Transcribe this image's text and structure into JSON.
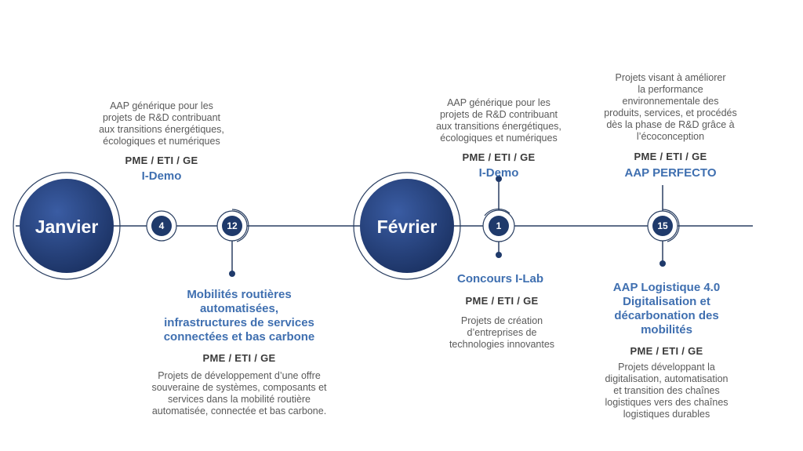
{
  "colors": {
    "navy": "#1f3a6b",
    "navy_light": "#3558a0",
    "line": "#2a3f62",
    "title_blue": "#3f6fb0",
    "text_gray": "#5a5a5a"
  },
  "months": {
    "january": "Janvier",
    "february": "Février"
  },
  "markers": {
    "m1": "4",
    "m2": "12",
    "m3": "1",
    "m4": "15"
  },
  "events": {
    "idemo_jan": {
      "description": [
        "AAP générique pour les",
        "projets de R&D contribuant",
        "aux transitions énergétiques,",
        "écologiques et numériques"
      ],
      "audience": "PME / ETI / GE",
      "title": "I-Demo"
    },
    "mobilites": {
      "title": [
        "Mobilités routières",
        "automatisées,",
        "infrastructures de services",
        "connectées et bas carbone"
      ],
      "audience": "PME / ETI / GE",
      "description": [
        "Projets de développement d’une offre",
        "souveraine de systèmes, composants et",
        "services dans la mobilité routière",
        "automatisée, connectée et bas carbone."
      ]
    },
    "idemo_feb": {
      "description": [
        "AAP générique pour les",
        "projets de R&D contribuant",
        "aux transitions énergétiques,",
        "écologiques et numériques"
      ],
      "audience": "PME / ETI / GE",
      "title": "I-Demo"
    },
    "ilab": {
      "title": "Concours I-Lab",
      "audience": "PME / ETI / GE",
      "description": [
        "Projets de création",
        "d’entreprises de",
        "technologies innovantes"
      ]
    },
    "perfecto": {
      "description": [
        "Projets visant à améliorer",
        "la performance",
        "environnementale des",
        "produits, services, et procédés",
        "dès la phase de R&D grâce à",
        "l’écoconception"
      ],
      "audience": "PME / ETI / GE",
      "title": "AAP PERFECTO"
    },
    "logistique": {
      "title": [
        "AAP Logistique 4.0",
        "Digitalisation et",
        "décarbonation des",
        "mobilités"
      ],
      "audience": "PME / ETI / GE",
      "description": [
        "Projets développant la",
        "digitalisation, automatisation",
        "et transition des chaînes",
        "logistiques vers des chaînes",
        "logistiques durables"
      ]
    }
  }
}
